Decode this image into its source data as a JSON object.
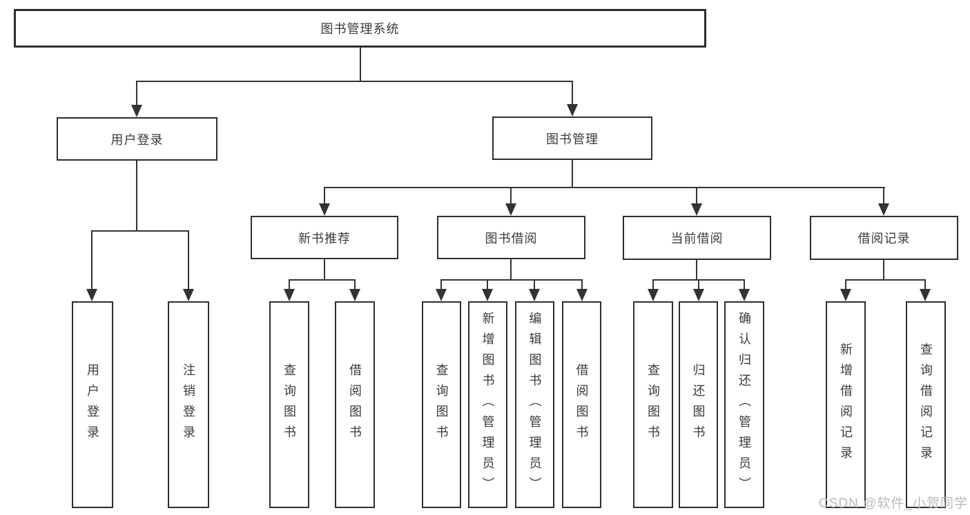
{
  "diagram_title": "图书管理系统",
  "tree": {
    "label": "图书管理系统",
    "children": [
      {
        "label": "用户登录",
        "children": [
          {
            "label": "用户登录"
          },
          {
            "label": "注销登录"
          }
        ]
      },
      {
        "label": "图书管理",
        "children": [
          {
            "label": "新书推荐",
            "children": [
              {
                "label": "查询图书"
              },
              {
                "label": "借阅图书"
              }
            ]
          },
          {
            "label": "图书借阅",
            "children": [
              {
                "label": "查询图书"
              },
              {
                "label": "新增图书（管理员）"
              },
              {
                "label": "编辑图书（管理员）"
              },
              {
                "label": "借阅图书"
              }
            ]
          },
          {
            "label": "当前借阅",
            "children": [
              {
                "label": "查询图书"
              },
              {
                "label": "归还图书"
              },
              {
                "label": "确认归还（管理员）"
              }
            ]
          },
          {
            "label": "借阅记录",
            "children": [
              {
                "label": "新增借阅记录"
              },
              {
                "label": "查询借阅记录"
              }
            ]
          }
        ]
      }
    ]
  },
  "watermark": {
    "text": "CSDN @软件_小贺同学"
  },
  "colors": {
    "background": "#ffffff",
    "box_border": "#2d2d2d",
    "line": "#333333",
    "text": "#3a3a3a",
    "watermark": "#b9b9b9"
  }
}
